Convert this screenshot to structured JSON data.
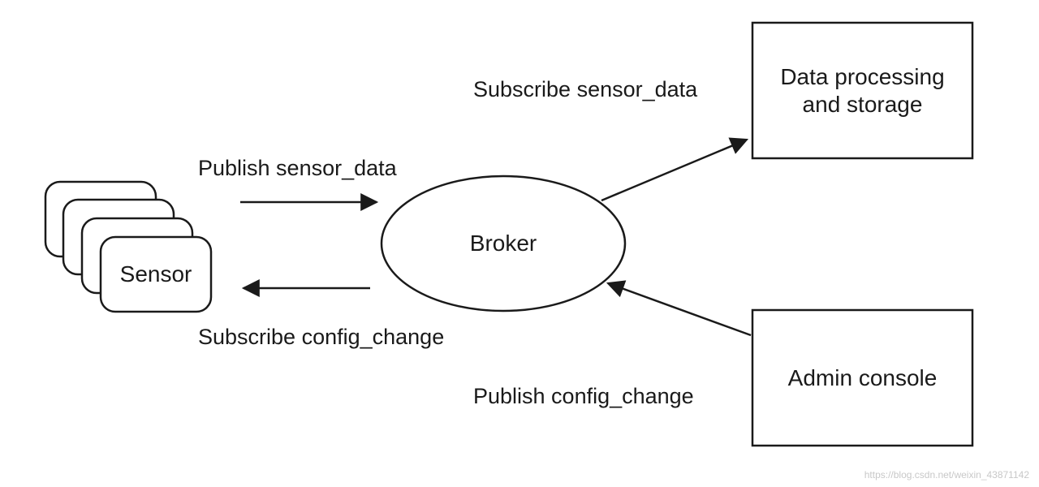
{
  "nodes": {
    "sensor": "Sensor",
    "broker": "Broker",
    "data_processing": "Data processing and storage",
    "admin_console": "Admin console"
  },
  "edges": {
    "publish_sensor_data": "Publish sensor_data",
    "subscribe_config_change": "Subscribe config_change",
    "subscribe_sensor_data": "Subscribe sensor_data",
    "publish_config_change": "Publish config_change"
  },
  "colors": {
    "stroke": "#1a1a1a",
    "background": "#ffffff",
    "watermark": "#c8c8c8"
  },
  "watermark": "https://blog.csdn.net/weixin_43871142"
}
